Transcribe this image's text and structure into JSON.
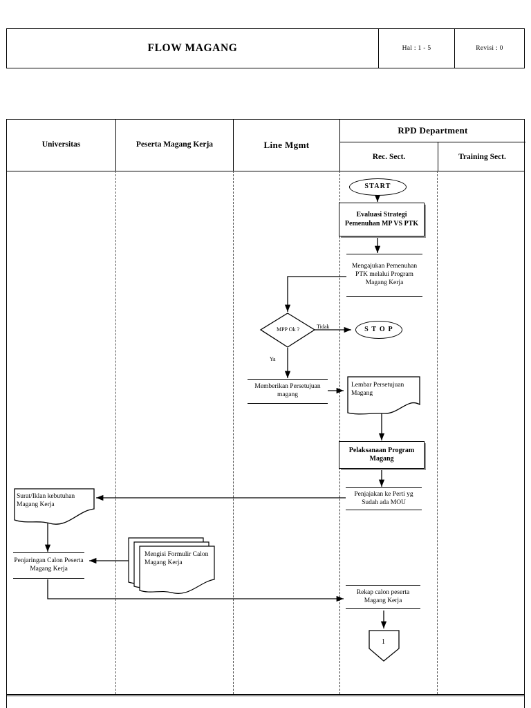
{
  "document": {
    "title": "FLOW MAGANG",
    "page_label": "Hal : 1 - 5",
    "revision_label": "Revisi : 0"
  },
  "lanes": {
    "universitas": "Universitas",
    "peserta": "Peserta Magang Kerja",
    "line_mgmt": "Line Mgmt",
    "rpd_department": "RPD Department",
    "rec_sect": "Rec. Sect.",
    "training_sect": "Training Sect."
  },
  "flow": {
    "start": "START",
    "stop": "S T O P",
    "evaluasi": "Evaluasi Strategi Pemenuhan MP VS PTK",
    "mengajukan": "Mengajukan Pemenuhan PTK melalui Program Magang Kerja",
    "mpp_ok": "MPP Ok ?",
    "label_tidak": "Tidak",
    "label_ya": "Ya",
    "memberikan": "Memberikan Persetujuan magang",
    "lembar": "Lembar Persetujuan Magang",
    "pelaksanaan": "Pelaksanaan Program Magang",
    "penjajakan": "Penjajakan ke Perti yg Sudah ada MOU",
    "surat_iklan": "Surat/Iklan kebutuhan Magang Kerja",
    "penjaringan": "Penjaringan Calon Peserta Magang Kerja",
    "mengisi_formulir": "Mengisi Formulir Calon Magang Kerja",
    "rekap": "Rekap calon peserta Magang Kerja",
    "connector_1": "1"
  },
  "colors": {
    "line": "#000000",
    "lane_divider": "#555555",
    "shadow": "#9a9a9a",
    "background": "#ffffff"
  }
}
